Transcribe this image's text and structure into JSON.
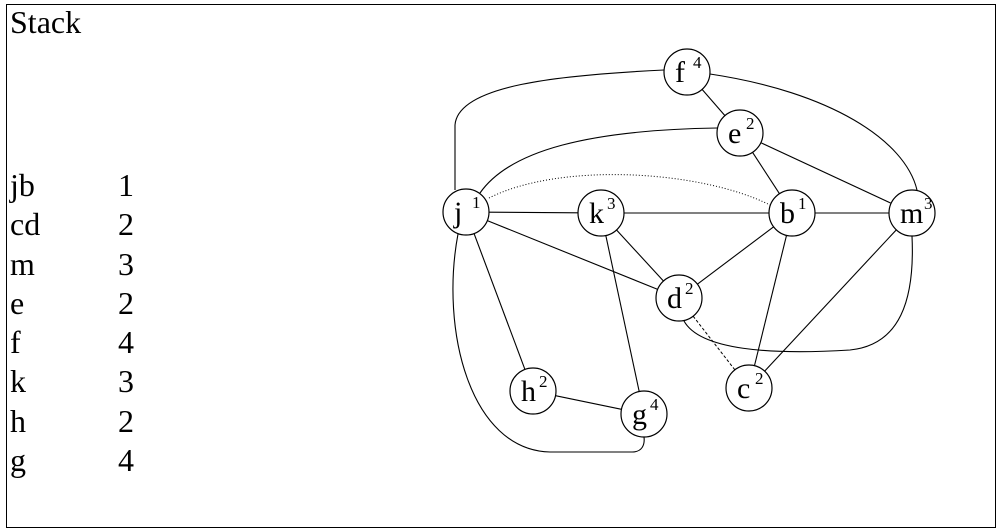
{
  "title": "Stack",
  "stack": [
    {
      "name": "jb",
      "value": "1"
    },
    {
      "name": "cd",
      "value": "2"
    },
    {
      "name": "m",
      "value": "3"
    },
    {
      "name": "e",
      "value": "2"
    },
    {
      "name": "f",
      "value": "4"
    },
    {
      "name": "k",
      "value": "3"
    },
    {
      "name": "h",
      "value": "2"
    },
    {
      "name": "g",
      "value": "4"
    }
  ],
  "nodes": [
    {
      "id": "f",
      "label": "f",
      "sup": "4"
    },
    {
      "id": "e",
      "label": "e",
      "sup": "2"
    },
    {
      "id": "j",
      "label": "j",
      "sup": "1"
    },
    {
      "id": "k",
      "label": "k",
      "sup": "3"
    },
    {
      "id": "b",
      "label": "b",
      "sup": "1"
    },
    {
      "id": "m",
      "label": "m",
      "sup": "3"
    },
    {
      "id": "d",
      "label": "d",
      "sup": "2"
    },
    {
      "id": "h",
      "label": "h",
      "sup": "2"
    },
    {
      "id": "g",
      "label": "g",
      "sup": "4"
    },
    {
      "id": "c",
      "label": "c",
      "sup": "2"
    }
  ],
  "edges": [
    {
      "from": "f",
      "to": "e",
      "style": "solid"
    },
    {
      "from": "f",
      "to": "j",
      "style": "solid"
    },
    {
      "from": "f",
      "to": "m",
      "style": "solid"
    },
    {
      "from": "e",
      "to": "j",
      "style": "solid"
    },
    {
      "from": "e",
      "to": "b",
      "style": "solid"
    },
    {
      "from": "e",
      "to": "m",
      "style": "solid"
    },
    {
      "from": "j",
      "to": "b",
      "style": "dotted"
    },
    {
      "from": "j",
      "to": "k",
      "style": "solid"
    },
    {
      "from": "j",
      "to": "d",
      "style": "solid"
    },
    {
      "from": "j",
      "to": "h",
      "style": "solid"
    },
    {
      "from": "j",
      "to": "g",
      "style": "solid"
    },
    {
      "from": "k",
      "to": "b",
      "style": "solid"
    },
    {
      "from": "k",
      "to": "d",
      "style": "solid"
    },
    {
      "from": "k",
      "to": "g",
      "style": "solid"
    },
    {
      "from": "b",
      "to": "m",
      "style": "solid"
    },
    {
      "from": "b",
      "to": "d",
      "style": "solid"
    },
    {
      "from": "b",
      "to": "c",
      "style": "solid"
    },
    {
      "from": "d",
      "to": "m",
      "style": "solid"
    },
    {
      "from": "d",
      "to": "c",
      "style": "dashed"
    },
    {
      "from": "m",
      "to": "c",
      "style": "solid"
    },
    {
      "from": "h",
      "to": "g",
      "style": "solid"
    }
  ]
}
